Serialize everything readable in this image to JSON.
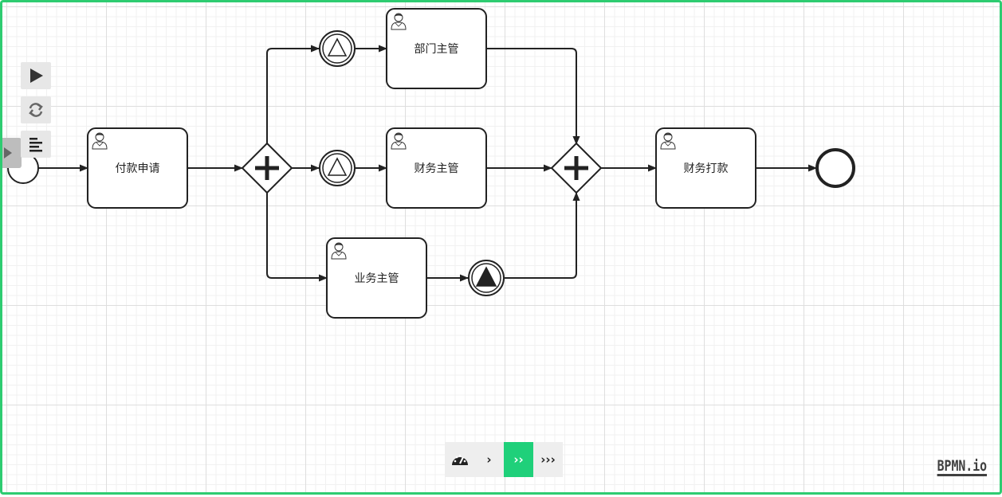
{
  "tasks": {
    "payment_request": "付款申请",
    "dept_manager": "部门主管",
    "finance_manager": "财务主管",
    "business_manager": "业务主管",
    "finance_payment": "财务打款"
  },
  "toolbar": {
    "play_icon": "play-icon",
    "reset_icon": "refresh-icon",
    "log_icon": "align-left-icon"
  },
  "speed_controls": {
    "gauge_icon": "speedometer-icon",
    "slow": "›",
    "normal": "››",
    "fast": "›››",
    "active": "normal"
  },
  "logo": {
    "text": "BPMN.io"
  },
  "colors": {
    "accent": "#2ecc71",
    "active_speed": "#1fd07a",
    "stroke": "#222222"
  }
}
